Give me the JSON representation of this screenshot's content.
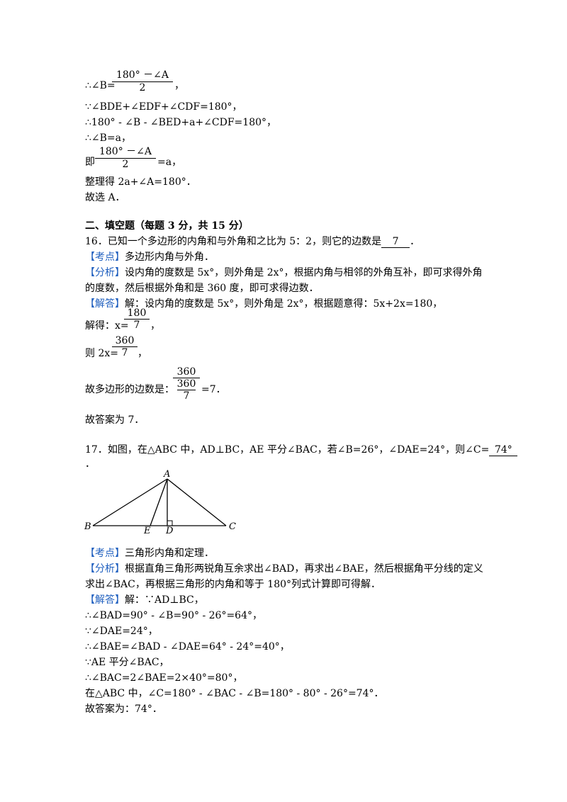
{
  "top": {
    "b_prefix": "∴∠B=",
    "frac1_num": "180° －∠A",
    "frac1_den": "2",
    "b_suffix": "，",
    "line2": "∵∠BDE+∠EDF+∠CDF=180°，",
    "line3": "∴180° - ∠B - ∠BED+a+∠CDF=180°，",
    "line4": "∴∠B=a，",
    "ji_prefix": "即",
    "frac2_num": "180° －∠A",
    "frac2_den": "2",
    "ji_suffix": "=a，",
    "line6": "整理得 2a+∠A=180°．",
    "line7": "故选 A．"
  },
  "section": {
    "title": "二、填空题（每题 3 分，共 15 分）"
  },
  "q16": {
    "stem_a": "16．已知一个多边形的内角和与外角和之比为 5：2，则它的边数是",
    "answer": "7",
    "stem_b": "．",
    "kd_tag": "【考点】",
    "kd_text": "多边形内角与外角．",
    "fx_tag": "【分析】",
    "fx_text1": "设内角的度数是 5x°，则外角是 2x°，根据内角与相邻的外角互补，即可求得外角",
    "fx_text2": "的度数，然后根据外角和是 360 度，即可求得边数．",
    "jd_tag": "【解答】",
    "jd_text": "解：设内角的度数是 5x°，则外角是 2x°，根据题意得：5x+2x=180，",
    "s1_prefix": "解得：x=",
    "s1_num": "180",
    "s1_den": "7",
    "s1_suffix": "，",
    "s2_prefix": "则 2x=",
    "s2_num": "360",
    "s2_den": "7",
    "s2_suffix": "，",
    "s3_prefix": "故多边形的边数是：",
    "s3_num": "360",
    "s3_den_num": "360",
    "s3_den_den": "7",
    "s3_suffix": "=7．",
    "conclusion": "故答案为 7．"
  },
  "q17": {
    "stem_a": "17．如图，在△ABC 中，AD⊥BC，AE 平分∠BAC，若∠B=26°，∠DAE=24°，则∠C=",
    "answer": "74°",
    "stem_b": "．",
    "figure": {
      "A": "A",
      "B": "B",
      "C": "C",
      "D": "D",
      "E": "E"
    },
    "kd_tag": "【考点】",
    "kd_text": "三角形内角和定理．",
    "fx_tag": "【分析】",
    "fx_text1": "根据直角三角形两锐角互余求出∠BAD，再求出∠BAE，然后根据角平分线的定义",
    "fx_text2": "求出∠BAC，再根据三角形的内角和等于 180°列式计算即可得解．",
    "jd_tag": "【解答】",
    "jd_text": "解：∵AD⊥BC，",
    "l1": "∴∠BAD=90° - ∠B=90° - 26°=64°，",
    "l2": "∵∠DAE=24°，",
    "l3": "∴∠BAE=∠BAD - ∠DAE=64° - 24°=40°，",
    "l4": "∵AE 平分∠BAC，",
    "l5": "∴∠BAC=2∠BAE=2×40°=80°，",
    "l6": "在△ABC 中，∠C=180° - ∠BAC - ∠B=180° - 80° - 26°=74°．",
    "conclusion": "故答案为：74°．"
  }
}
